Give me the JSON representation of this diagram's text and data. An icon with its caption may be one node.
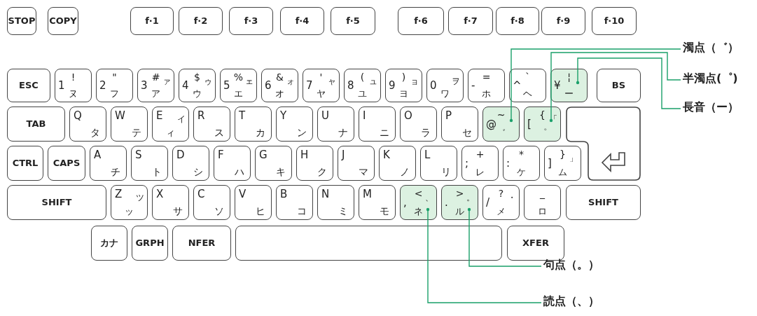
{
  "diagram": {
    "nodes": [
      {
        "text": [
          "STOP"
        ]
      },
      {
        "text": [
          "COPY"
        ]
      },
      {
        "text": [
          "f·1"
        ]
      },
      {
        "text": [
          "f·2"
        ]
      },
      {
        "text": [
          "f·3"
        ]
      },
      {
        "text": [
          "f·4"
        ]
      },
      {
        "text": [
          "f·5"
        ]
      },
      {
        "text": [
          "f·6"
        ]
      },
      {
        "text": [
          "f·7"
        ]
      },
      {
        "text": [
          "f·8"
        ]
      },
      {
        "text": [
          "f·9"
        ]
      },
      {
        "text": [
          "f·10"
        ]
      },
      {
        "text": [
          "ESC"
        ]
      },
      {
        "text": [
          "1",
          "!",
          "ヌ"
        ]
      },
      {
        "text": [
          "2",
          "\"",
          "フ"
        ]
      },
      {
        "text": [
          "3",
          "#",
          "ア",
          "ァ"
        ]
      },
      {
        "text": [
          "4",
          "$",
          "ウ",
          "ゥ"
        ]
      },
      {
        "text": [
          "5",
          "%",
          "エ",
          "ェ"
        ]
      },
      {
        "text": [
          "6",
          "&",
          "オ",
          "ォ"
        ]
      },
      {
        "text": [
          "7",
          "'",
          "ヤ",
          "ャ"
        ]
      },
      {
        "text": [
          "8",
          "(",
          "ユ",
          "ュ"
        ]
      },
      {
        "text": [
          "9",
          ")",
          "ヨ",
          "ョ"
        ]
      },
      {
        "text": [
          "0",
          "ヲ",
          "ワ"
        ]
      },
      {
        "text": [
          "-",
          "=",
          "ホ"
        ]
      },
      {
        "text": [
          "^",
          "`",
          "ヘ"
        ]
      },
      {
        "text": [
          "¥",
          "¦",
          "ー"
        ]
      },
      {
        "text": [
          "BS"
        ]
      },
      {
        "text": [
          "TAB"
        ]
      },
      {
        "text": [
          "Q",
          "タ"
        ]
      },
      {
        "text": [
          "W",
          "テ"
        ]
      },
      {
        "text": [
          "E",
          "ィ",
          "イ"
        ]
      },
      {
        "text": [
          "R",
          "ス"
        ]
      },
      {
        "text": [
          "T",
          "カ"
        ]
      },
      {
        "text": [
          "Y",
          "ン"
        ]
      },
      {
        "text": [
          "U",
          "ナ"
        ]
      },
      {
        "text": [
          "I",
          "ニ"
        ]
      },
      {
        "text": [
          "O",
          "ラ"
        ]
      },
      {
        "text": [
          "P",
          "セ"
        ]
      },
      {
        "text": [
          "@",
          "~",
          "゛"
        ]
      },
      {
        "text": [
          "[",
          "{",
          "゜",
          "「"
        ]
      },
      {
        "text": [],
        "shape": "box"
      },
      {
        "text": [
          "CTRL"
        ]
      },
      {
        "text": [
          "CAPS"
        ]
      },
      {
        "text": [
          "A",
          "チ"
        ]
      },
      {
        "text": [
          "S",
          "ト"
        ]
      },
      {
        "text": [
          "D",
          "シ"
        ]
      },
      {
        "text": [
          "F",
          "ハ"
        ]
      },
      {
        "text": [
          "G",
          "キ"
        ]
      },
      {
        "text": [
          "H",
          "ク"
        ]
      },
      {
        "text": [
          "J",
          "マ"
        ]
      },
      {
        "text": [
          "K",
          "ノ"
        ]
      },
      {
        "text": [
          "L",
          "リ"
        ]
      },
      {
        "text": [
          ";",
          "+",
          "レ"
        ]
      },
      {
        "text": [
          ":",
          "*",
          "ケ"
        ]
      },
      {
        "text": [
          "]",
          "}",
          "ム",
          "」"
        ]
      },
      {
        "text": [
          "SHIFT"
        ]
      },
      {
        "text": [
          "Z",
          "ッ",
          "ツ"
        ]
      },
      {
        "text": [
          "X",
          "サ"
        ]
      },
      {
        "text": [
          "C",
          "ソ"
        ]
      },
      {
        "text": [
          "V",
          "ヒ"
        ]
      },
      {
        "text": [
          "B",
          "コ"
        ]
      },
      {
        "text": [
          "N",
          "ミ"
        ]
      },
      {
        "text": [
          "M",
          "モ"
        ]
      },
      {
        "text": [
          ",",
          "<",
          "ネ",
          "、"
        ]
      },
      {
        "text": [
          ".",
          ">",
          "ル",
          "。"
        ]
      },
      {
        "text": [
          "/",
          "?",
          "メ",
          "・"
        ]
      },
      {
        "text": [
          "_",
          "ロ"
        ]
      },
      {
        "text": [
          "SHIFT"
        ]
      },
      {
        "text": [
          "カナ"
        ]
      },
      {
        "text": [
          "GRPH"
        ]
      },
      {
        "text": [
          "NFER"
        ]
      },
      {
        "text": [],
        "shape": "box"
      },
      {
        "text": [
          "XFER"
        ]
      },
      {
        "text": [
          "濁点（゛）"
        ]
      },
      {
        "text": [
          "半濁点(゜)"
        ]
      },
      {
        "text": [
          "長音（ー）"
        ]
      },
      {
        "text": [
          "句点（。）"
        ]
      },
      {
        "text": [
          "読点（、）"
        ]
      }
    ],
    "edges": [
      {
        "from": 73,
        "to": 38,
        "arrow": "other"
      },
      {
        "from": 74,
        "to": 39,
        "arrow": "other"
      },
      {
        "from": 75,
        "to": 25,
        "arrow": "other"
      },
      {
        "from": 76,
        "to": 64,
        "arrow": "other"
      },
      {
        "from": 77,
        "to": 63,
        "arrow": "other"
      }
    ]
  }
}
